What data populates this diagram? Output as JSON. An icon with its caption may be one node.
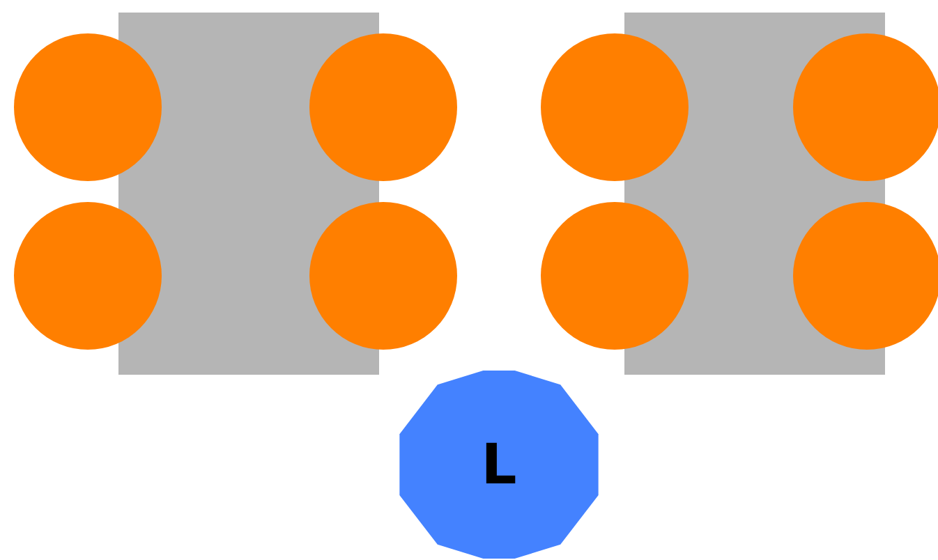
{
  "diagram": {
    "nodes": [
      {
        "text": [],
        "shape": "box"
      },
      {
        "text": [],
        "shape": "box"
      },
      {
        "text": [],
        "shape": "circle"
      },
      {
        "text": [],
        "shape": "circle"
      },
      {
        "text": [],
        "shape": "circle"
      },
      {
        "text": [],
        "shape": "circle"
      },
      {
        "text": [],
        "shape": "circle"
      },
      {
        "text": [],
        "shape": "circle"
      },
      {
        "text": [],
        "shape": "circle"
      },
      {
        "text": [],
        "shape": "circle"
      },
      {
        "text": [
          "L"
        ]
      }
    ]
  }
}
